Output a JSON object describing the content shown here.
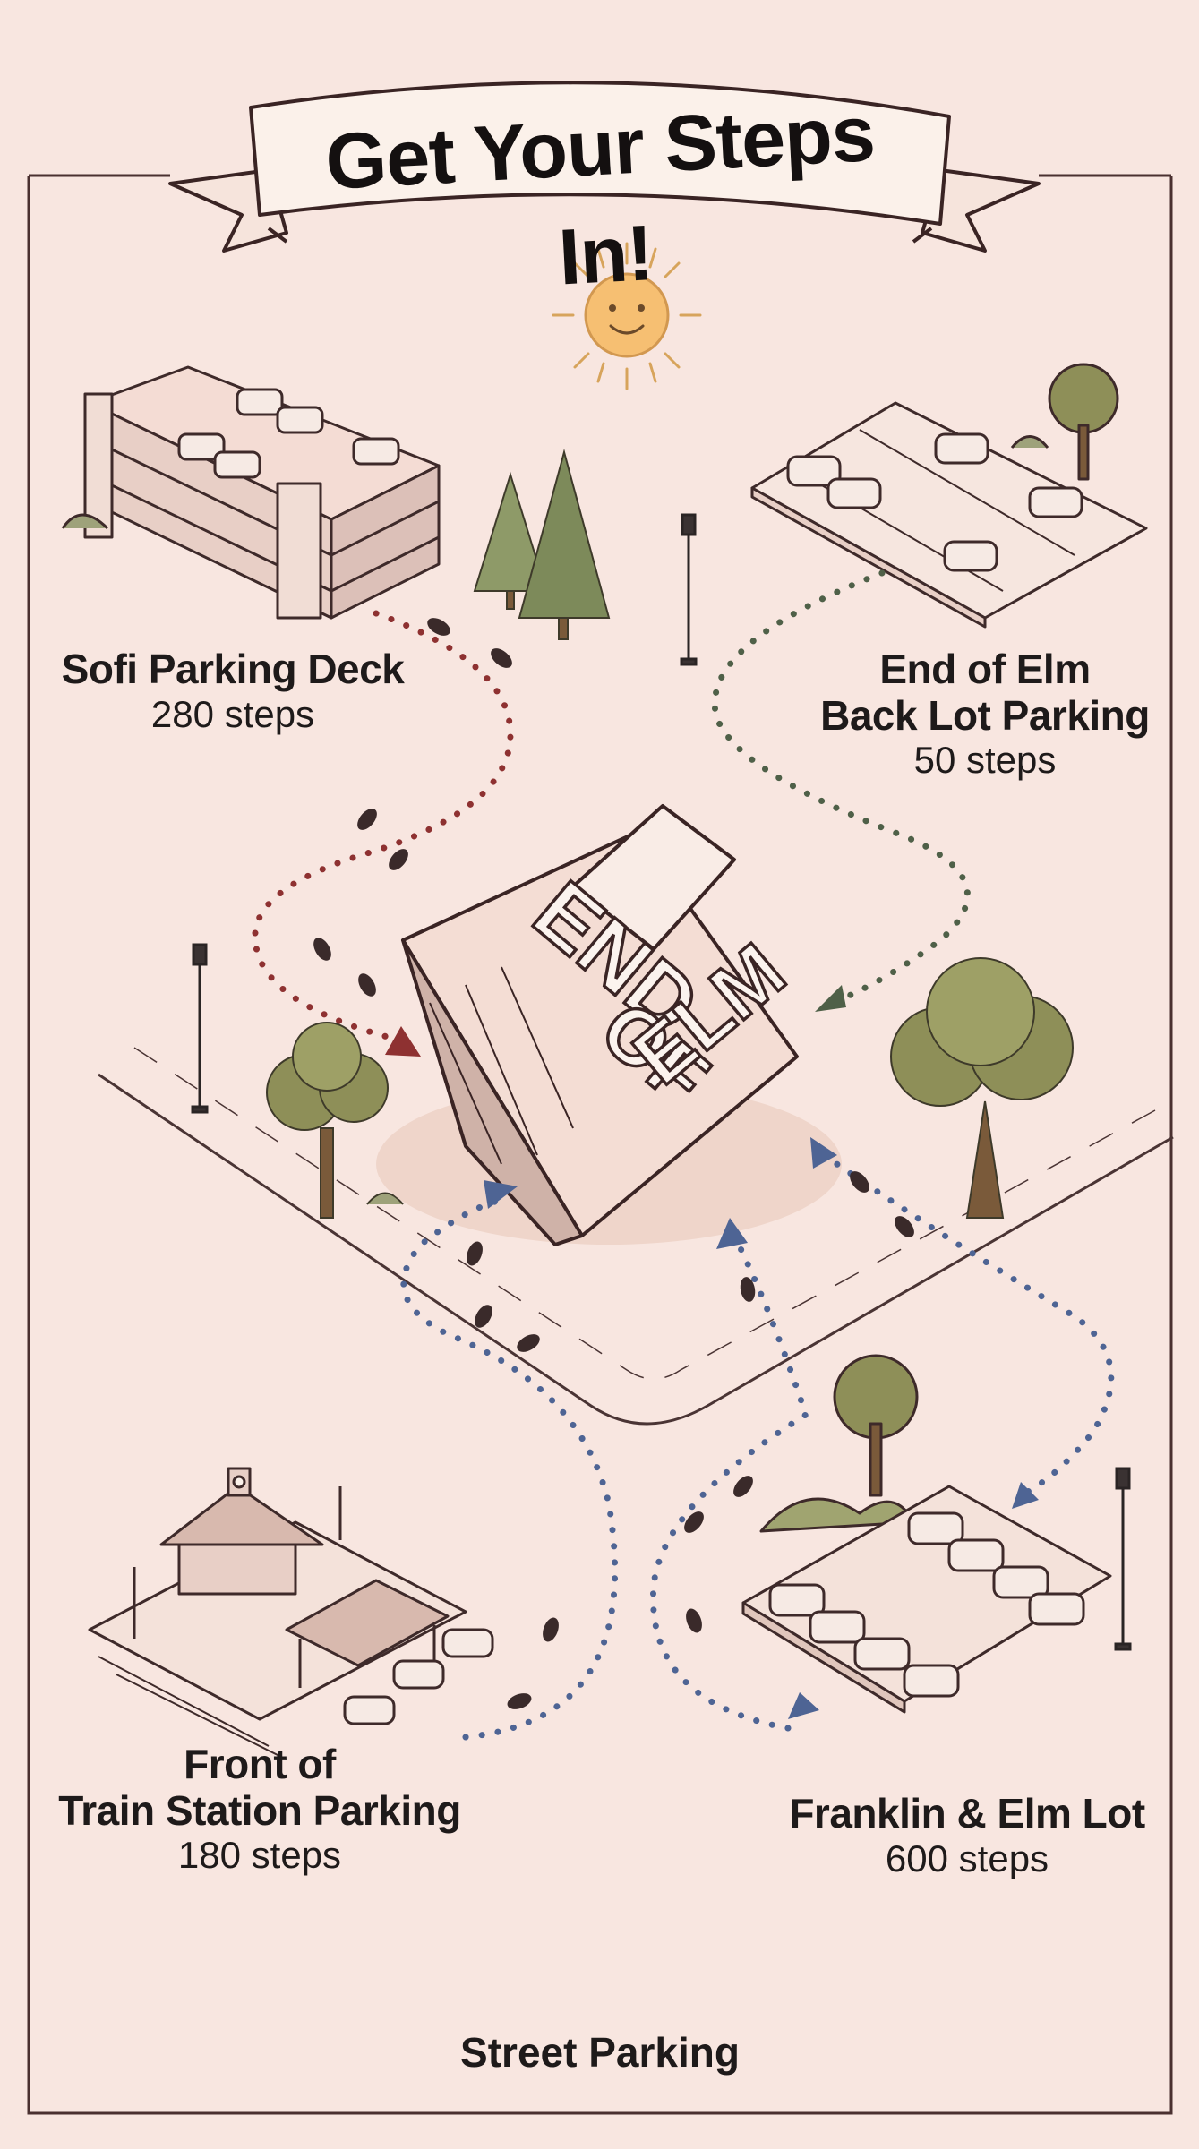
{
  "title": "Get Your Steps In!",
  "sign": {
    "line1": "END",
    "line2": "OF",
    "line3": "ELM"
  },
  "locations": [
    {
      "name": "Sofi Parking Deck",
      "steps": "280 steps"
    },
    {
      "name_line1": "End of Elm",
      "name_line2": "Back Lot Parking",
      "steps": "50 steps"
    },
    {
      "name_line1": "Front of",
      "name_line2": "Train Station Parking",
      "steps": "180 steps"
    },
    {
      "name": "Franklin & Elm Lot",
      "steps": "600 steps"
    }
  ],
  "footer": "Street Parking",
  "colors": {
    "background": "#f8e6e0",
    "ink": "#3a2424",
    "path_red": "#8e3131",
    "path_green": "#4f6048",
    "path_blue": "#4e6494",
    "sun": "#f6bf72",
    "tree": "#8e8f58"
  }
}
